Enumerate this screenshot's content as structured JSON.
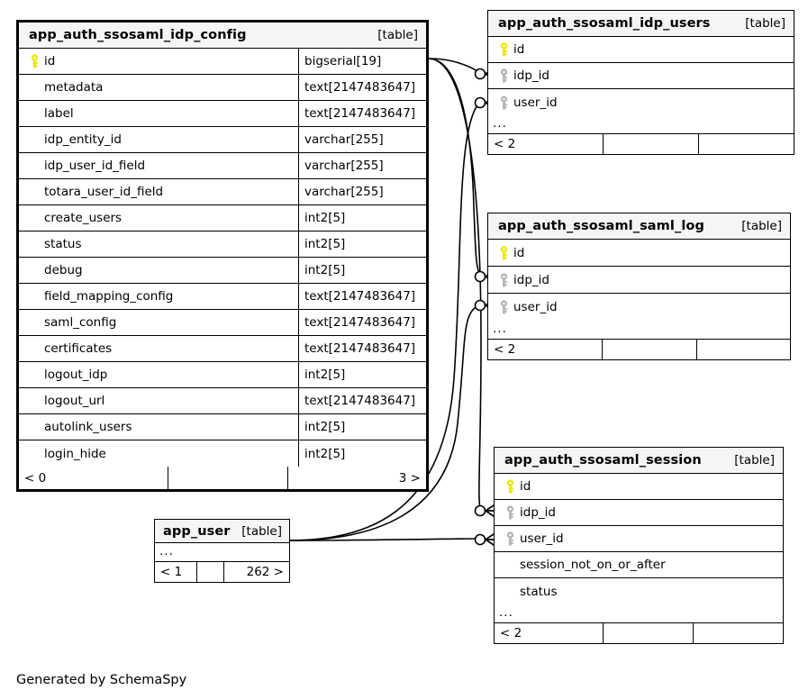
{
  "diagram": {
    "kind": "entity-relationship-diagram",
    "credit": "Generated by SchemaSpy",
    "table_tag": "[table]",
    "ellipsis": "..."
  },
  "tables": {
    "idp_config": {
      "name": "app_auth_ssosaml_idp_config",
      "tag": "[table]",
      "columns": [
        {
          "name": "id",
          "type": "bigserial[19]",
          "key": "primary"
        },
        {
          "name": "metadata",
          "type": "text[2147483647]",
          "key": "none"
        },
        {
          "name": "label",
          "type": "text[2147483647]",
          "key": "none"
        },
        {
          "name": "idp_entity_id",
          "type": "varchar[255]",
          "key": "none"
        },
        {
          "name": "idp_user_id_field",
          "type": "varchar[255]",
          "key": "none"
        },
        {
          "name": "totara_user_id_field",
          "type": "varchar[255]",
          "key": "none"
        },
        {
          "name": "create_users",
          "type": "int2[5]",
          "key": "none"
        },
        {
          "name": "status",
          "type": "int2[5]",
          "key": "none"
        },
        {
          "name": "debug",
          "type": "int2[5]",
          "key": "none"
        },
        {
          "name": "field_mapping_config",
          "type": "text[2147483647]",
          "key": "none"
        },
        {
          "name": "saml_config",
          "type": "text[2147483647]",
          "key": "none"
        },
        {
          "name": "certificates",
          "type": "text[2147483647]",
          "key": "none"
        },
        {
          "name": "logout_idp",
          "type": "int2[5]",
          "key": "none"
        },
        {
          "name": "logout_url",
          "type": "text[2147483647]",
          "key": "none"
        },
        {
          "name": "autolink_users",
          "type": "int2[5]",
          "key": "none"
        },
        {
          "name": "login_hide",
          "type": "int2[5]",
          "key": "none"
        }
      ],
      "footer": [
        "< 0",
        "",
        "3 >"
      ]
    },
    "idp_users": {
      "name": "app_auth_ssosaml_idp_users",
      "tag": "[table]",
      "columns": [
        {
          "name": "id",
          "type": "",
          "key": "primary"
        },
        {
          "name": "idp_id",
          "type": "",
          "key": "foreign"
        },
        {
          "name": "user_id",
          "type": "",
          "key": "foreign"
        }
      ],
      "ellipsis": "...",
      "footer": [
        "< 2",
        "",
        ""
      ]
    },
    "saml_log": {
      "name": "app_auth_ssosaml_saml_log",
      "tag": "[table]",
      "columns": [
        {
          "name": "id",
          "type": "",
          "key": "primary"
        },
        {
          "name": "idp_id",
          "type": "",
          "key": "foreign"
        },
        {
          "name": "user_id",
          "type": "",
          "key": "foreign"
        }
      ],
      "ellipsis": "...",
      "footer": [
        "< 2",
        "",
        ""
      ]
    },
    "session": {
      "name": "app_auth_ssosaml_session",
      "tag": "[table]",
      "columns": [
        {
          "name": "id",
          "type": "",
          "key": "primary"
        },
        {
          "name": "idp_id",
          "type": "",
          "key": "foreign"
        },
        {
          "name": "user_id",
          "type": "",
          "key": "foreign"
        },
        {
          "name": "session_not_on_or_after",
          "type": "",
          "key": "none"
        },
        {
          "name": "status",
          "type": "",
          "key": "none"
        }
      ],
      "ellipsis": "...",
      "footer": [
        "< 2",
        "",
        ""
      ]
    },
    "app_user": {
      "name": "app_user",
      "tag": "[table]",
      "columns": [],
      "ellipsis": "...",
      "footer": [
        "< 1",
        "",
        "262 >"
      ]
    }
  },
  "colors": {
    "primary_key": "#e8e800",
    "foreign_key": "#b3b3b3",
    "header_background": "#f5f5f5",
    "border": "#000000",
    "line": "#000000",
    "page_background": "#ffffff"
  }
}
